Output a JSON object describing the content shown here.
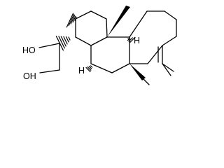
{
  "molecule": {
    "atom_labels": {
      "hydroxyl_secondary": "HO",
      "hydroxyl_primary": "OH",
      "hydrogen_upper": "H",
      "hydrogen_lower": "H"
    }
  },
  "colors": {
    "bond": "#000000",
    "background": "#ffffff"
  }
}
